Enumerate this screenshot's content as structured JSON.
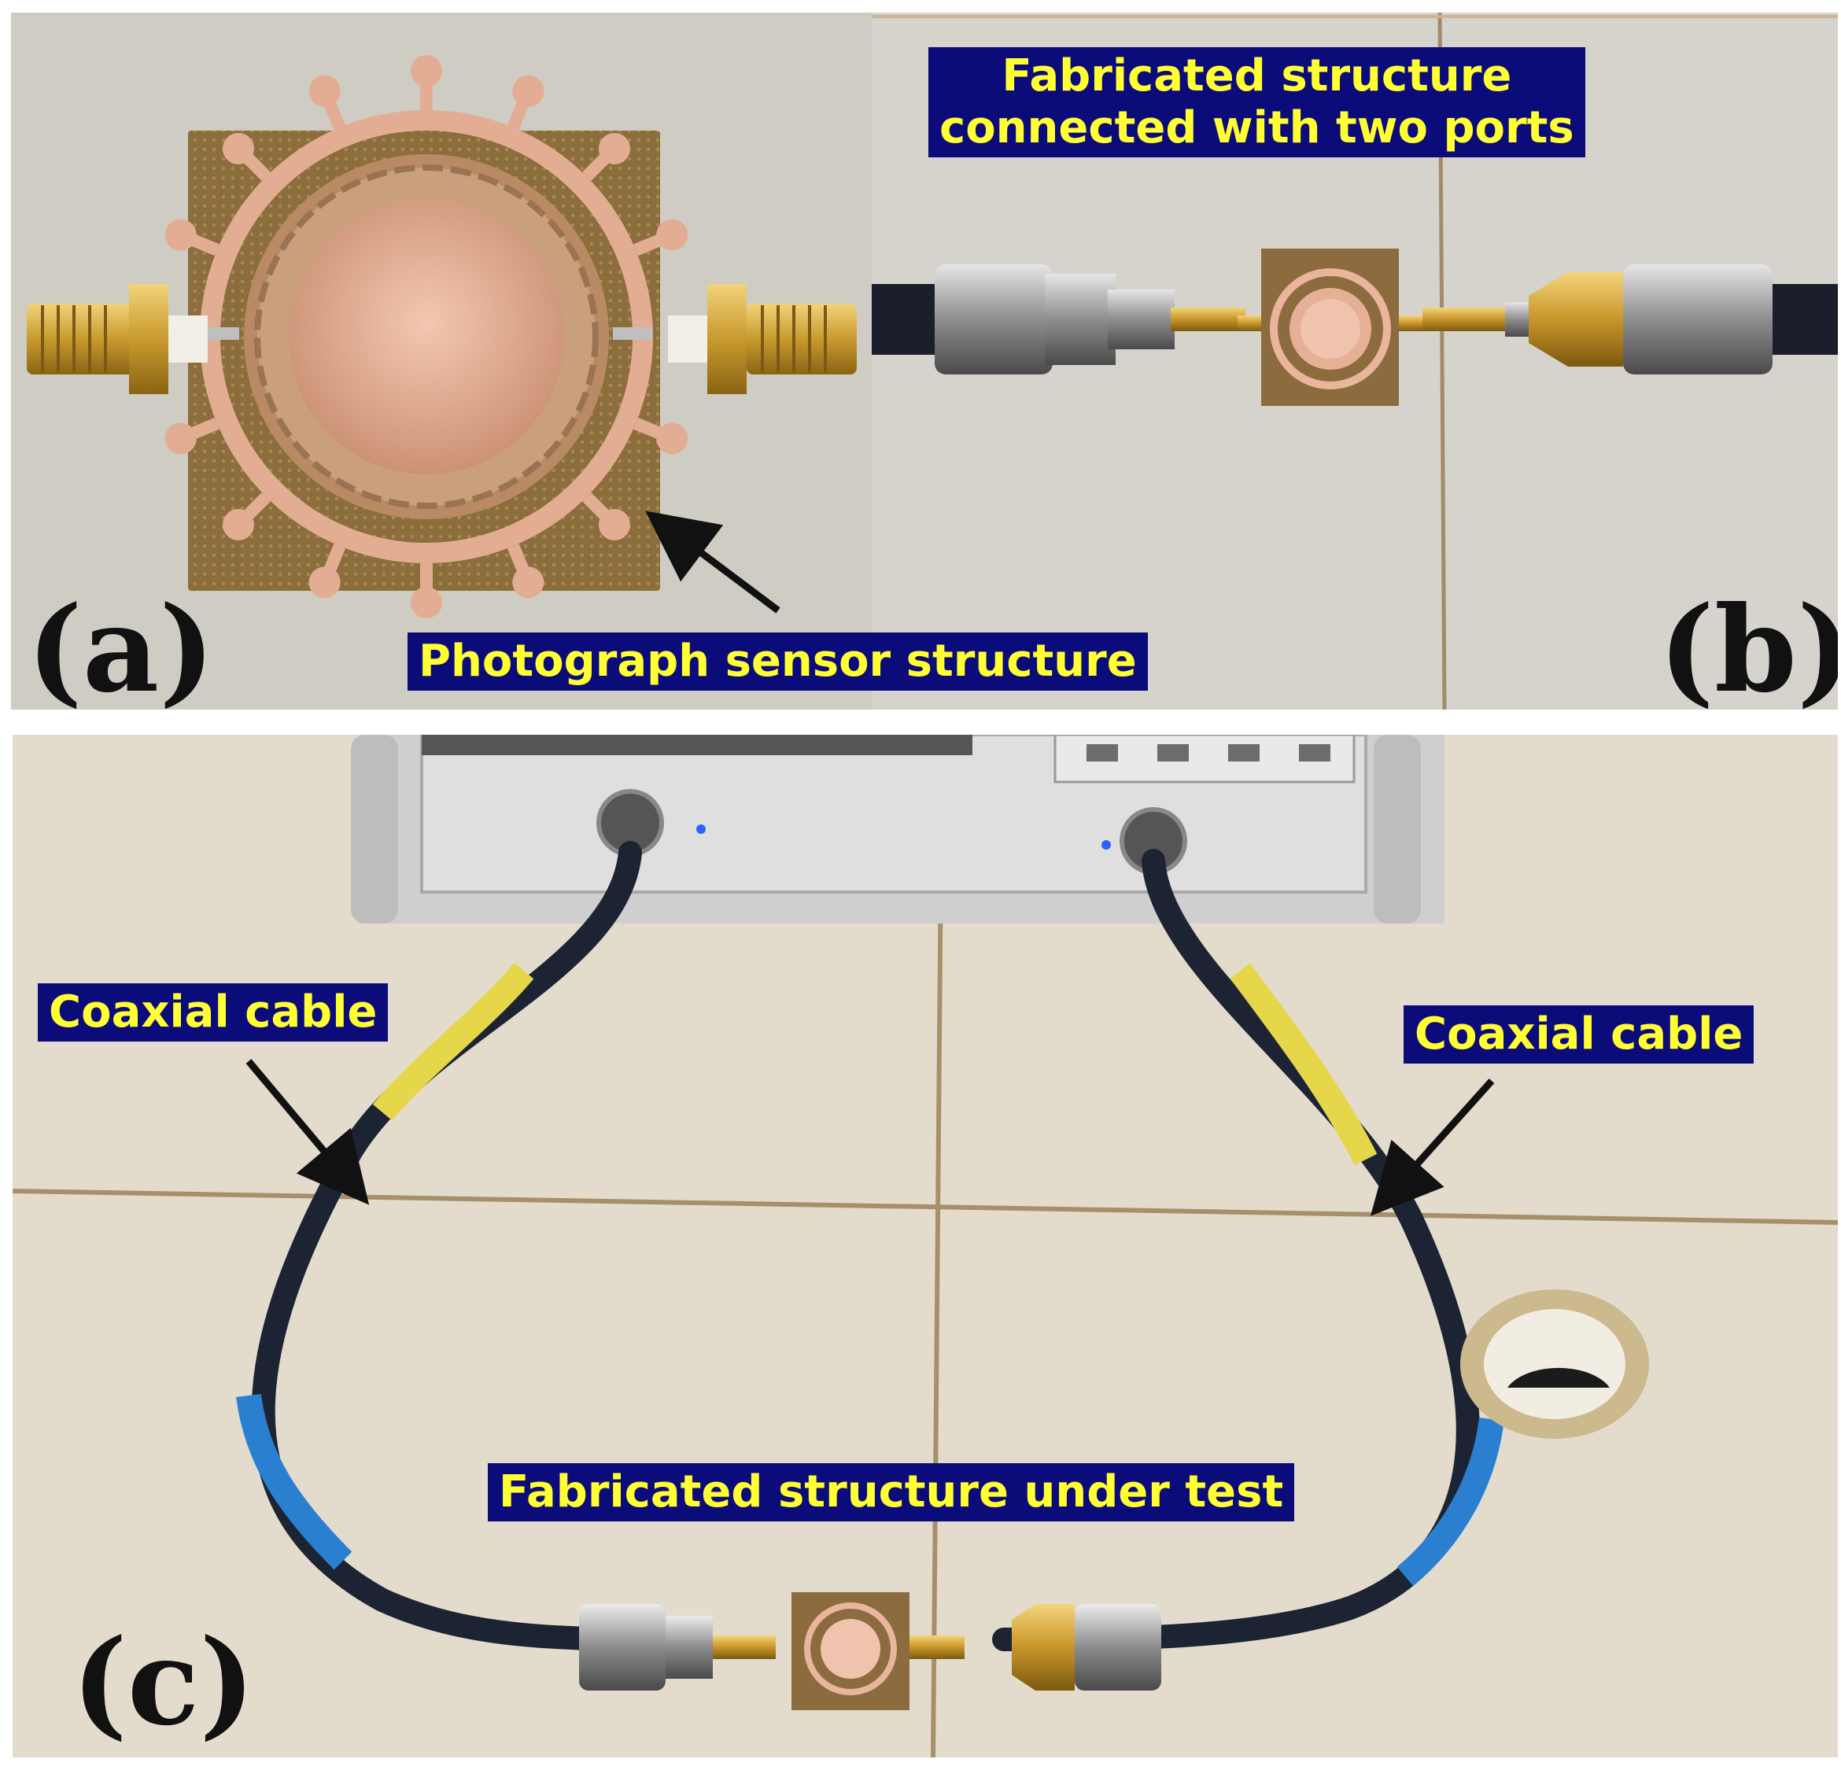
{
  "panels": {
    "a": {
      "letter": "(a)",
      "annotation": "Photograph sensor structure"
    },
    "b": {
      "letter": "(b)",
      "annotation_line1": "Fabricated structure",
      "annotation_line2": "connected  with two ports"
    },
    "c": {
      "letter": "(c)",
      "left_cable_annotation": "Coaxial cable",
      "right_cable_annotation": "Coaxial cable",
      "dut_annotation": "Fabricated structure under test"
    }
  },
  "colors": {
    "label_background": "#0b0b7a",
    "label_text": "#ffff33",
    "pcb_substrate": "#8a6a3a",
    "copper": "#e8b49a",
    "cable": "#1c2433",
    "cable_marker_yellow": "#e6d64a",
    "cable_marker_blue": "#2a7fd0"
  },
  "icons": [
    "arrow-icon"
  ]
}
